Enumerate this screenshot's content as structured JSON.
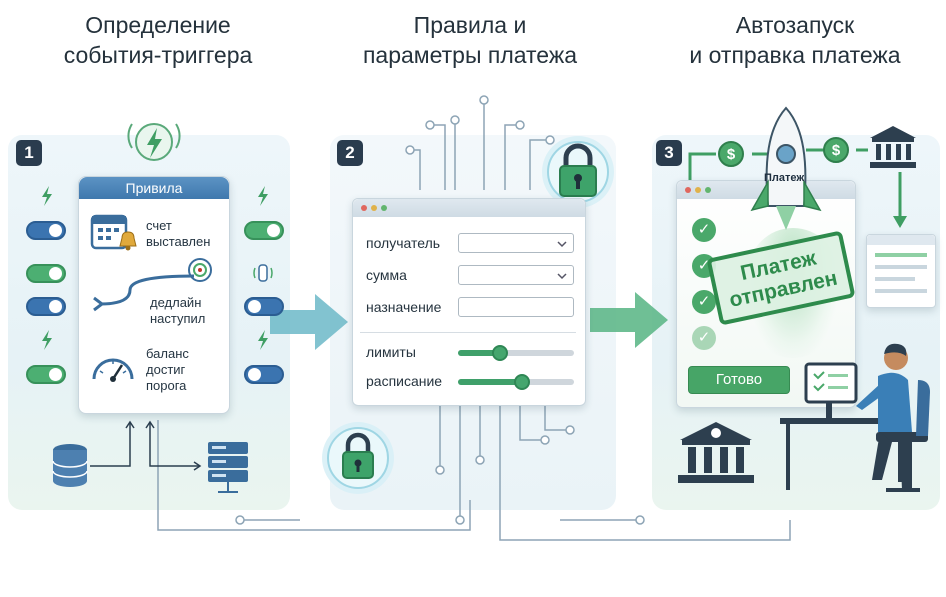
{
  "headings": [
    {
      "line1": "Определение",
      "line2": "события-триггера"
    },
    {
      "line1": "Правила и",
      "line2": "параметры платежа"
    },
    {
      "line1": "Автозапуск",
      "line2": "и отправка платежа"
    }
  ],
  "steps": [
    "1",
    "2",
    "3"
  ],
  "step1": {
    "card_title": "Привила",
    "triggers": [
      {
        "line1": "счет",
        "line2": "выставлен",
        "line3": "",
        "icon": "calendar-bell-icon"
      },
      {
        "line1": "дедлайн",
        "line2": "наступил",
        "line3": "",
        "icon": "target-arrow-icon"
      },
      {
        "line1": "баланс",
        "line2": "достиг",
        "line3": "порога",
        "icon": "gauge-icon"
      }
    ]
  },
  "step2": {
    "fields": [
      {
        "label": "получатель",
        "type": "select"
      },
      {
        "label": "сумма",
        "type": "select"
      },
      {
        "label": "назначение",
        "type": "text"
      }
    ],
    "sliders": [
      {
        "label": "лимиты",
        "value": 0.35
      },
      {
        "label": "расписание",
        "value": 0.55
      }
    ]
  },
  "step3": {
    "rocket_label": "Платеж",
    "stamp_line1": "Платеж",
    "stamp_line2": "отправлен",
    "ready_button": "Готово",
    "coin_symbol": "$"
  },
  "colors": {
    "accent_green": "#47a567",
    "accent_blue": "#3f78ad",
    "dark": "#2a3c4e"
  }
}
